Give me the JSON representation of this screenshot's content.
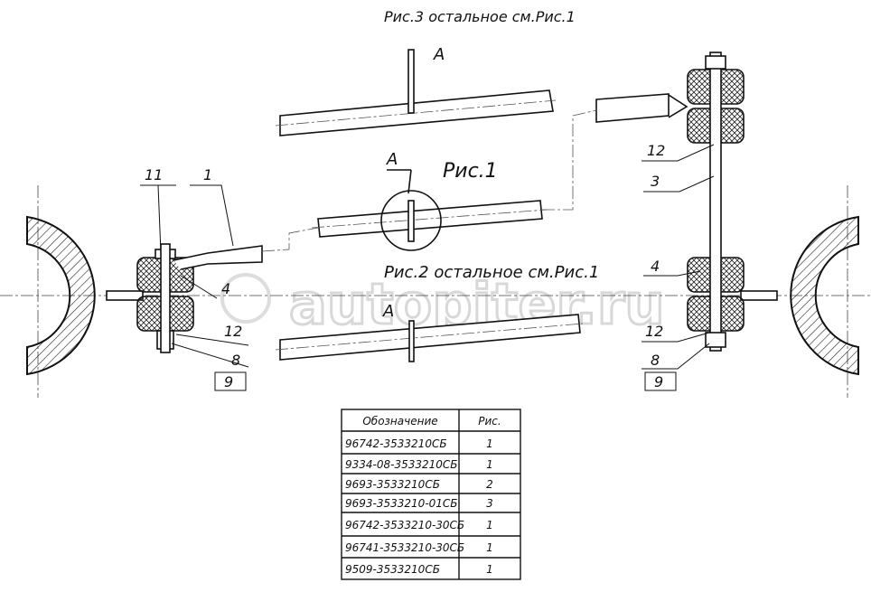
{
  "titles": {
    "fig3": "Рис.3  остальное см.Рис.1",
    "fig1": "Рис.1",
    "fig2": "Рис.2  остальное см.Рис.1",
    "view_a": "А"
  },
  "watermark": "autopiter.ru",
  "left_callouts": [
    "11",
    "1",
    "4",
    "12",
    "8",
    "9"
  ],
  "right_callouts": [
    "12",
    "3",
    "4",
    "12",
    "8",
    "9"
  ],
  "table": {
    "headers": [
      "Обозначение",
      "Рис."
    ],
    "rows": [
      [
        "96742-3533210СБ",
        "1"
      ],
      [
        "9334-08-3533210СБ",
        "1"
      ],
      [
        "9693-3533210СБ",
        "2"
      ],
      [
        "9693-3533210-01СБ",
        "3"
      ],
      [
        "96742-3533210-30СБ",
        "1"
      ],
      [
        "96741-3533210-30СБ",
        "1"
      ],
      [
        "9509-3533210СБ",
        "1"
      ]
    ]
  }
}
